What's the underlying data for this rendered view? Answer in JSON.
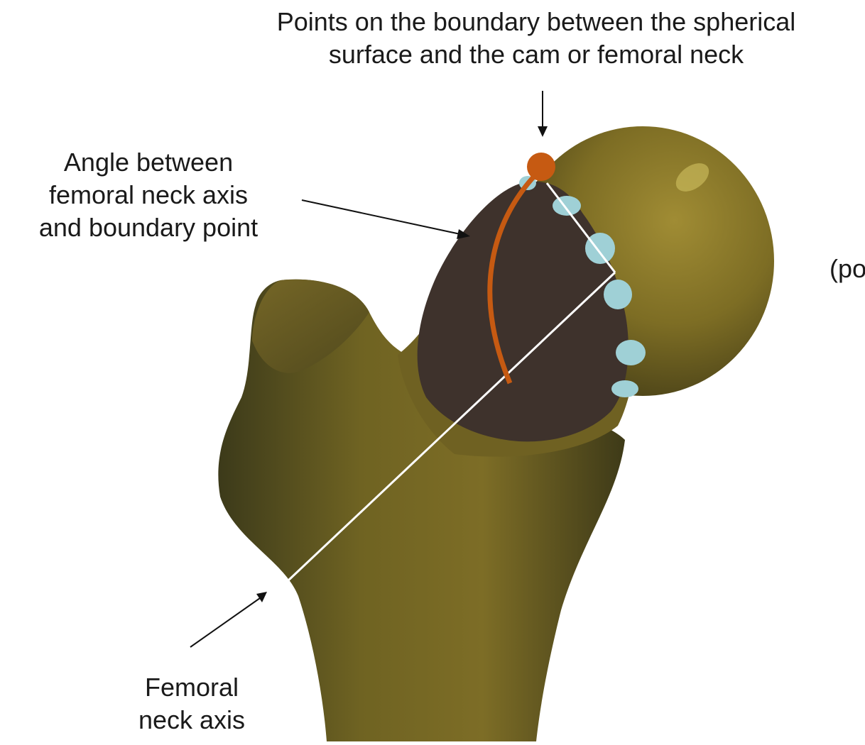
{
  "annotations": {
    "boundary_points": {
      "line1": "Points on the boundary between the spherical",
      "line2": "surface and the cam or femoral neck"
    },
    "angle": {
      "line1": "Angle between",
      "line2": "femoral neck axis",
      "line3": "and boundary point"
    },
    "neck_axis": {
      "line1": "Femoral",
      "line2": "neck axis"
    },
    "cut_off_text": "(po"
  },
  "colors": {
    "bone": "#7a6b22",
    "bone_shadow": "#3f3a16",
    "cam_region": "#3e322c",
    "boundary_marker": "#c65a12",
    "boundary_points": "#9fd0d6",
    "axis_line": "#ffffff",
    "arrow": "#111111"
  }
}
